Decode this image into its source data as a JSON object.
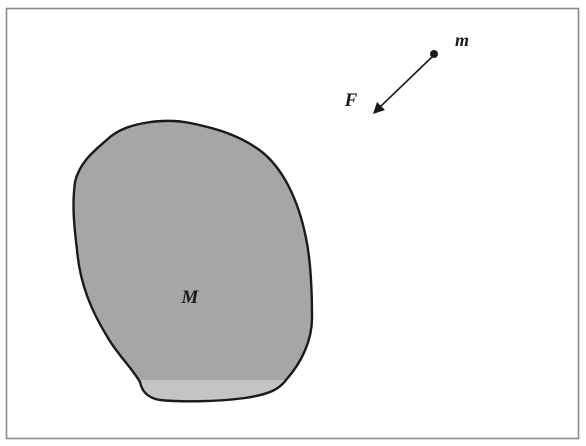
{
  "labels": {
    "large_mass": "M",
    "small_mass": "m",
    "force": "F"
  },
  "colors": {
    "background": "#ffffff",
    "frame": "#8a8a8a",
    "body_fill": "#a6a6a6",
    "body_bottom_fill": "#c4c4c4",
    "body_outline": "#1a1a1a",
    "ink": "#1a1a1a"
  }
}
